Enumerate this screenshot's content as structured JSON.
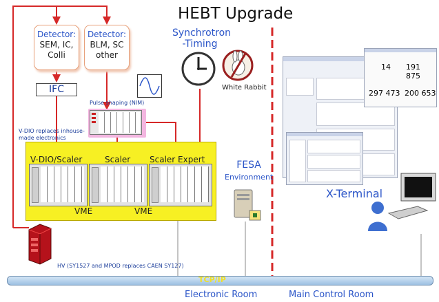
{
  "title": "HEBT Upgrade",
  "detectors": [
    {
      "lines": [
        "Detector:",
        "SEM, IC,",
        "Colli"
      ]
    },
    {
      "lines": [
        "Detector:",
        "BLM, SC",
        "other"
      ]
    }
  ],
  "ifc_label": "IFC",
  "pulse_shaping_label": "Pulse shaping (NIM)",
  "vdio_note_lines": [
    "V-DIO replaces inhouse-",
    "made electronics"
  ],
  "crates": [
    {
      "label": "V-DIO/Scaler"
    },
    {
      "label": "Scaler"
    },
    {
      "label": "Scaler Expert"
    }
  ],
  "vme_labels": [
    "VME",
    "VME"
  ],
  "synchrotron_lines": [
    "Synchrotron",
    "-Timing"
  ],
  "white_rabbit_label": "White Rabbit",
  "fesa_lines": [
    "FESA",
    "Environment"
  ],
  "x_terminal_label": "X-Terminal",
  "hv_note": "HV (SY1527 and MPOD replaces CAEN SY127)",
  "bus_label": "TCP/IP",
  "room_labels": [
    "Electronic Room",
    "Main Control Room"
  ],
  "screenshot_numbers": [
    "14",
    "191 875",
    "297 473",
    "200 653"
  ],
  "colors": {
    "signal": "#d62828",
    "accent": "#2b55c8",
    "crate_bg": "#f7f023",
    "bus": "#a7c7e7",
    "bus_text": "#f0e027"
  }
}
